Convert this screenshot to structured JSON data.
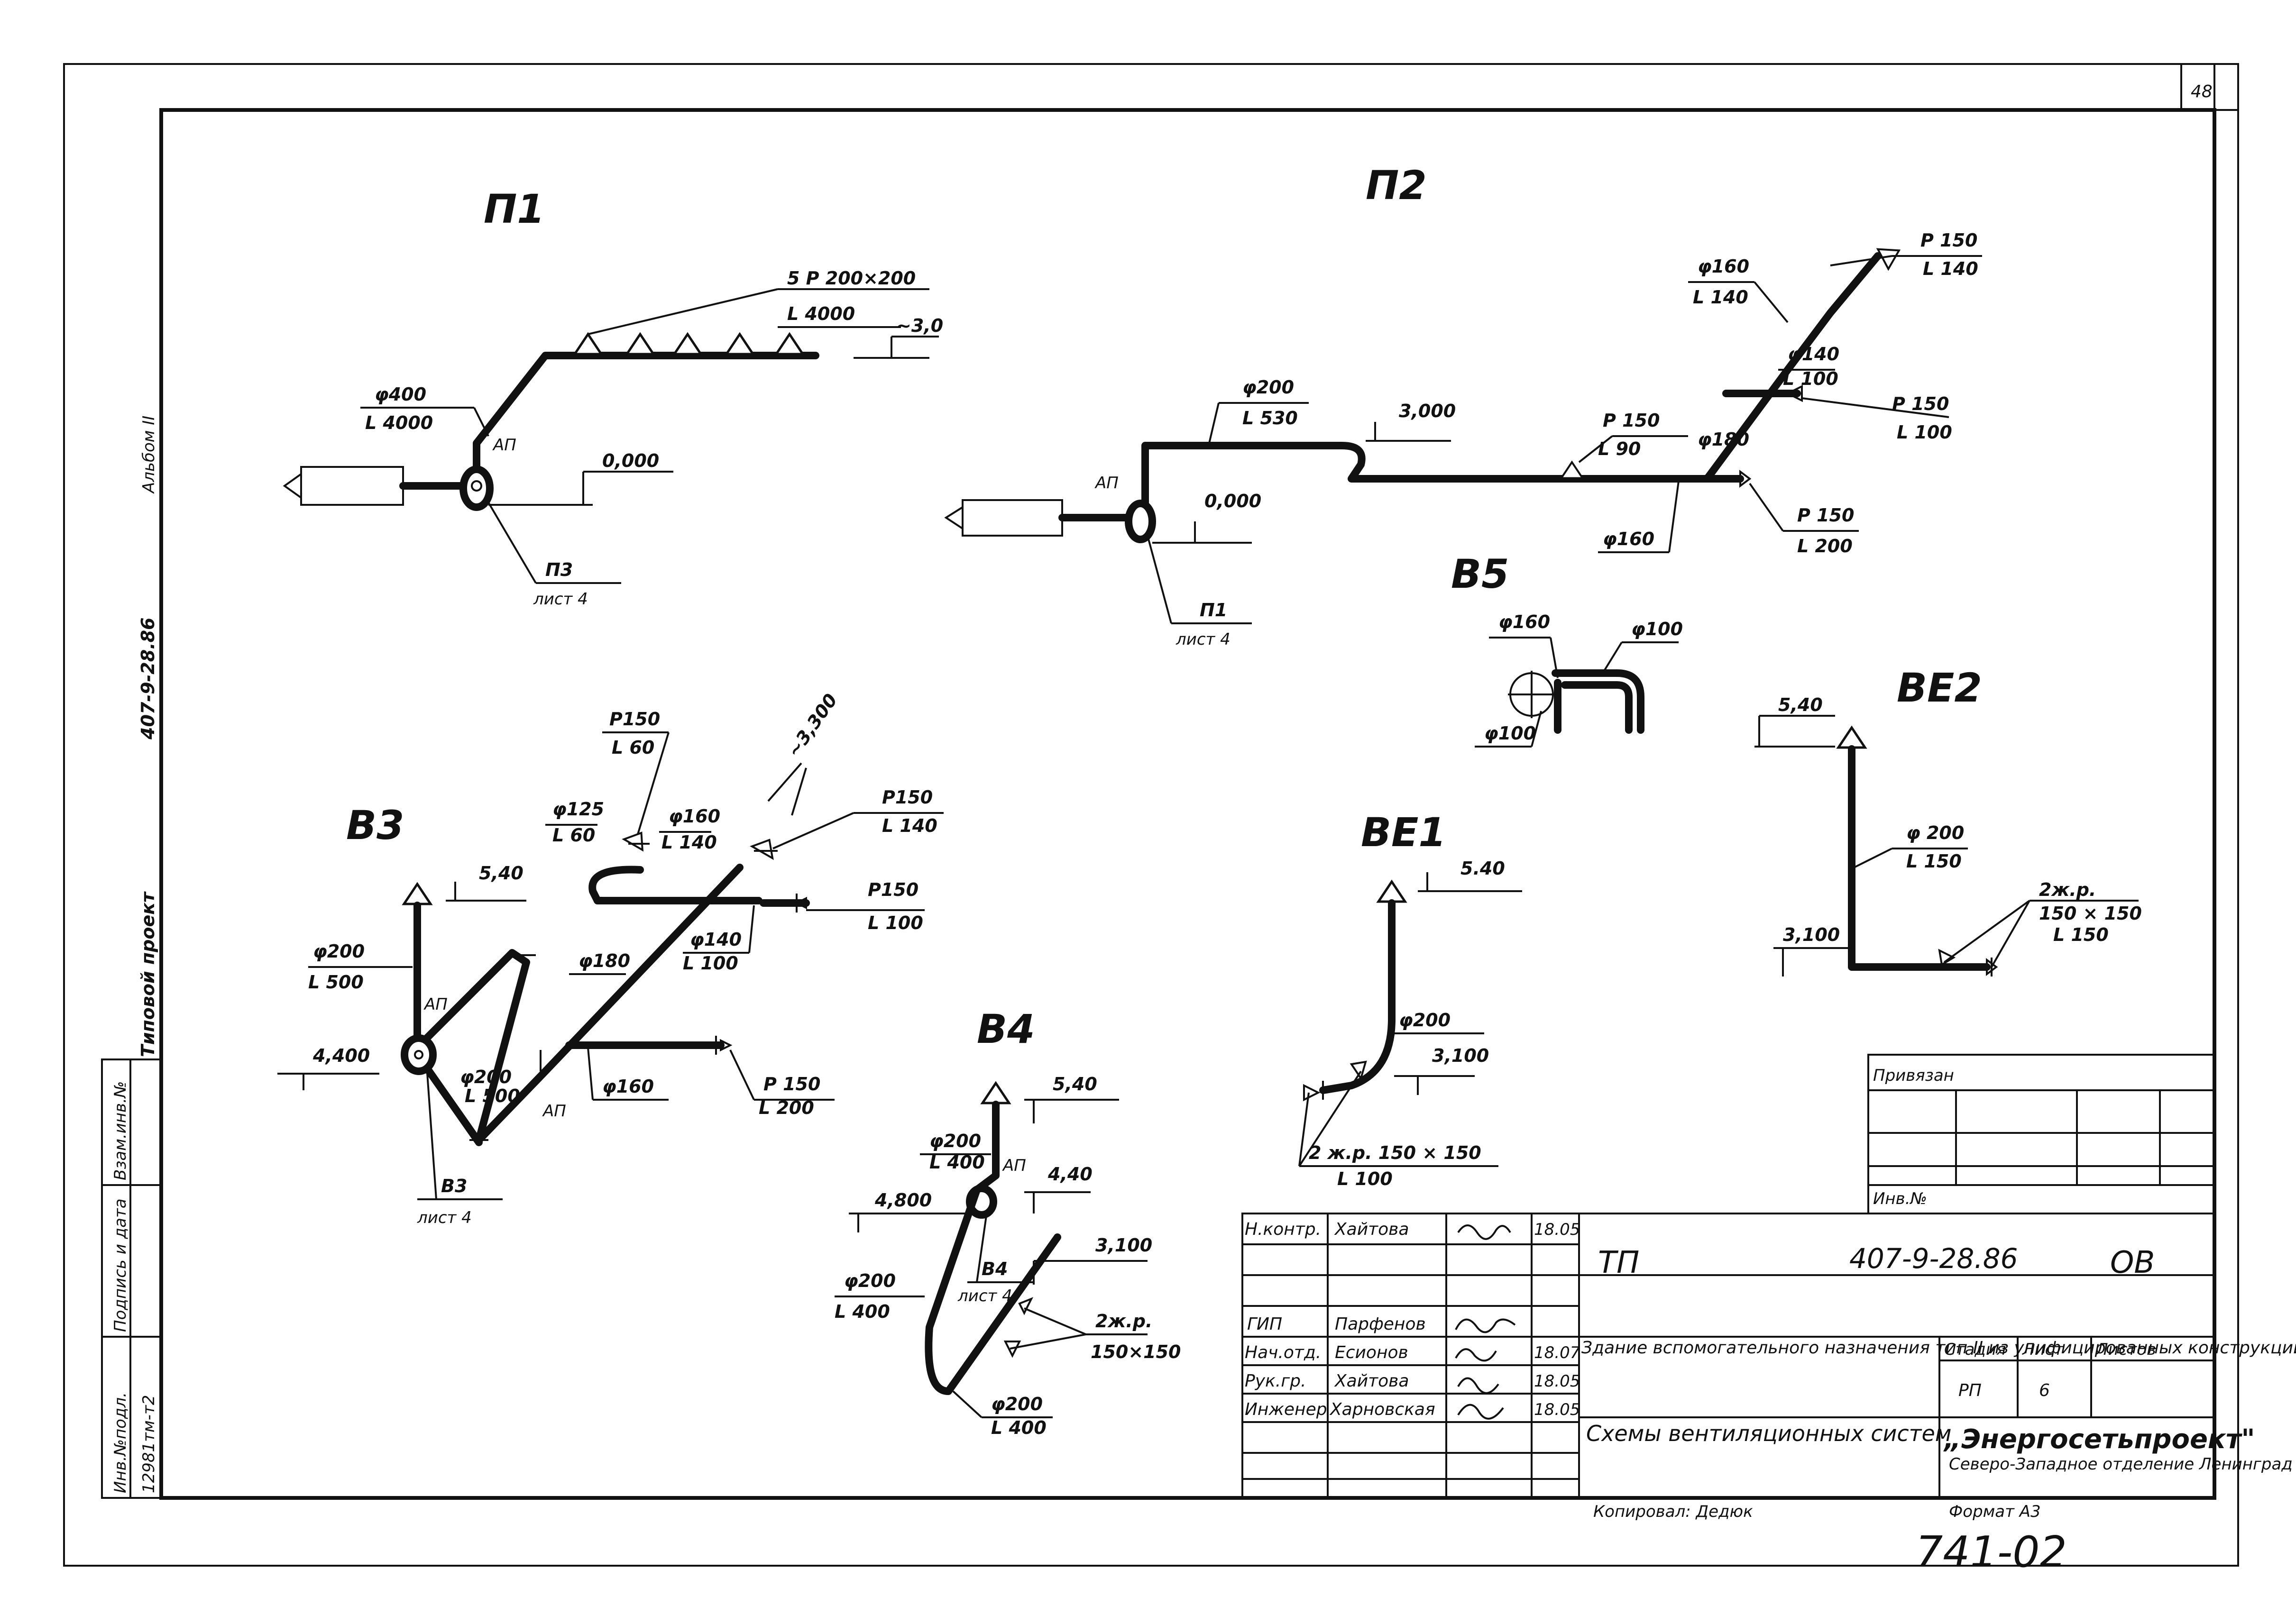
{
  "sheet_number": "48",
  "stamp_bottom": "741-02",
  "side_strip": {
    "project_type": "Типовой проект",
    "project_code": "407-9-28.86",
    "album": "Альбом II",
    "field1_label": "Взам.инв.№",
    "field2_label": "Подпись и дата",
    "field3_label": "Инв.№подл.",
    "field3_value": "12981тм-т2"
  },
  "systems": {
    "p1": {
      "title": "П1",
      "grille": "5  Р 200×200",
      "grille_l": "L 4000",
      "elev_top": "~3,0",
      "duct": "φ400",
      "duct_l": "L 4000",
      "valve": "АП",
      "elev0": "0,000",
      "ref": "П3",
      "ref_sheet": "лист 4"
    },
    "p2": {
      "title": "П2",
      "d1": "φ200",
      "d1_l": "L 530",
      "elev_mid": "3,000",
      "valve": "АП",
      "elev0": "0,000",
      "ref": "П1",
      "ref_sheet": "лист 4",
      "g1": "φ160",
      "g1_l": "L 140",
      "t1": "Р 150",
      "t1_l": "L 140",
      "g2": "φ140",
      "g2_l": "L 100",
      "t2": "Р 150",
      "t2_l": "L 100",
      "t3": "Р 150",
      "t3_l": "L 90",
      "d2": "φ180",
      "d3": "φ160",
      "t4": "Р 150",
      "t4_l": "L 200"
    },
    "b5": {
      "title": "В5",
      "d1": "φ160",
      "d2": "φ100",
      "d3": "φ100"
    },
    "be2": {
      "title": "ВЕ2",
      "elev_top": "5,40",
      "duct": "φ 200",
      "duct_l": "L 150",
      "grilles": "2ж.р.",
      "grille_size": "150 × 150",
      "grille_l": "L 150",
      "elev_low": "3,100"
    },
    "b3": {
      "title": "В3",
      "elev_top": "5,40",
      "duct": "φ200",
      "duct_l": "L 500",
      "elev_mid": "4,400",
      "valve": "АП",
      "valve2": "АП",
      "g1": "Р150",
      "g1_l": "L 60",
      "g2": "φ125",
      "g2_l": "L 60",
      "g3": "φ160",
      "g3_l": "L 140",
      "elev_hi": "~3,300",
      "t1": "Р150",
      "t1_l": "L 140",
      "t2": "Р150",
      "t2_l": "L 100",
      "d180": "φ180",
      "d140": "φ140",
      "d140_l": "L 100",
      "d200": "φ200",
      "d200_l": "L 500",
      "d160": "φ160",
      "t3": "Р 150",
      "t3_l": "L 200",
      "ref": "В3",
      "ref_sheet": "лист 4"
    },
    "be1": {
      "title": "ВЕ1",
      "elev_top": "5.40",
      "duct": "φ200",
      "elev_low": "3,100",
      "grilles": "2 ж.р. 150 × 150",
      "grille_l": "L 100"
    },
    "b4": {
      "title": "В4",
      "elev_top": "5,40",
      "duct1": "φ200",
      "duct1_l": "L 400",
      "valve": "АП",
      "elev_mid": "4,40",
      "elev_left": "4,800",
      "ref": "В4",
      "ref_sheet": "лист 4",
      "elev_low": "3,100",
      "grilles": "2ж.р.",
      "grille_size": "150×150",
      "duct2": "φ200",
      "duct2_l": "L 400",
      "duct3": "φ200",
      "duct3_l": "L 400"
    }
  },
  "title_block": {
    "linked": "Привязан",
    "inv_no": "Инв.№",
    "roles": [
      "Н.контр.",
      "",
      "",
      "ГИП",
      "Нач.отд.",
      "Рук.гр.",
      "Инженер",
      "",
      ""
    ],
    "names": [
      "Хайтова",
      "",
      "",
      "Парфенов",
      "Есионов",
      "Хайтова",
      "Харновская",
      "",
      ""
    ],
    "dates": [
      "18.05",
      "",
      "",
      "",
      "18.07",
      "18.05",
      "18.05",
      "",
      ""
    ],
    "tp": "ТП",
    "code": "407-9-28.86",
    "section": "ОВ",
    "building": "Здание вспомогательного назначения тип II из унифицированных конструкций",
    "stage_label": "Стадия",
    "sheet_label": "Лист",
    "sheets_label": "Листов",
    "stage": "РП",
    "sheet": "6",
    "sheets": "",
    "drawing_title": "Схемы вентиляционных систем",
    "org": "„Энергосетьпроект\"",
    "org_branch": "Северо-Западное отделение Ленинград",
    "copied": "Копировал: Дедюк",
    "format": "Формат А3"
  }
}
